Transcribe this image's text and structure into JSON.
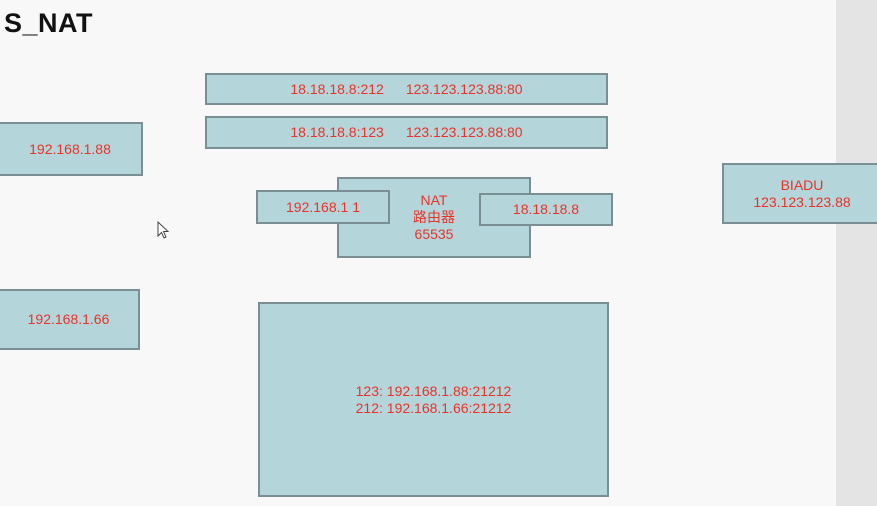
{
  "title": "S_NAT",
  "nat_table": {
    "row1": {
      "source": "18.18.18.8:212",
      "destination": "123.123.123.88:80"
    },
    "row2": {
      "source": "18.18.18.8:123",
      "destination": "123.123.123.88:80"
    }
  },
  "hosts": {
    "host1": "192.168.1.88",
    "host2": "192.168.1.66"
  },
  "router": {
    "line1": "NAT",
    "line2": "路由器",
    "line3": "65535",
    "inner_ip": "192.168.1 1",
    "outer_ip": "18.18.18.8"
  },
  "server": {
    "name": "BIADU",
    "ip": "123.123.123.88"
  },
  "port_map": {
    "line1": "123: 192.168.1.88:21212",
    "line2": "212: 192.168.1.66:21212"
  },
  "colors": {
    "box_fill": "#b4d6da",
    "box_border": "#7a8f93",
    "text": "#e8332a"
  }
}
